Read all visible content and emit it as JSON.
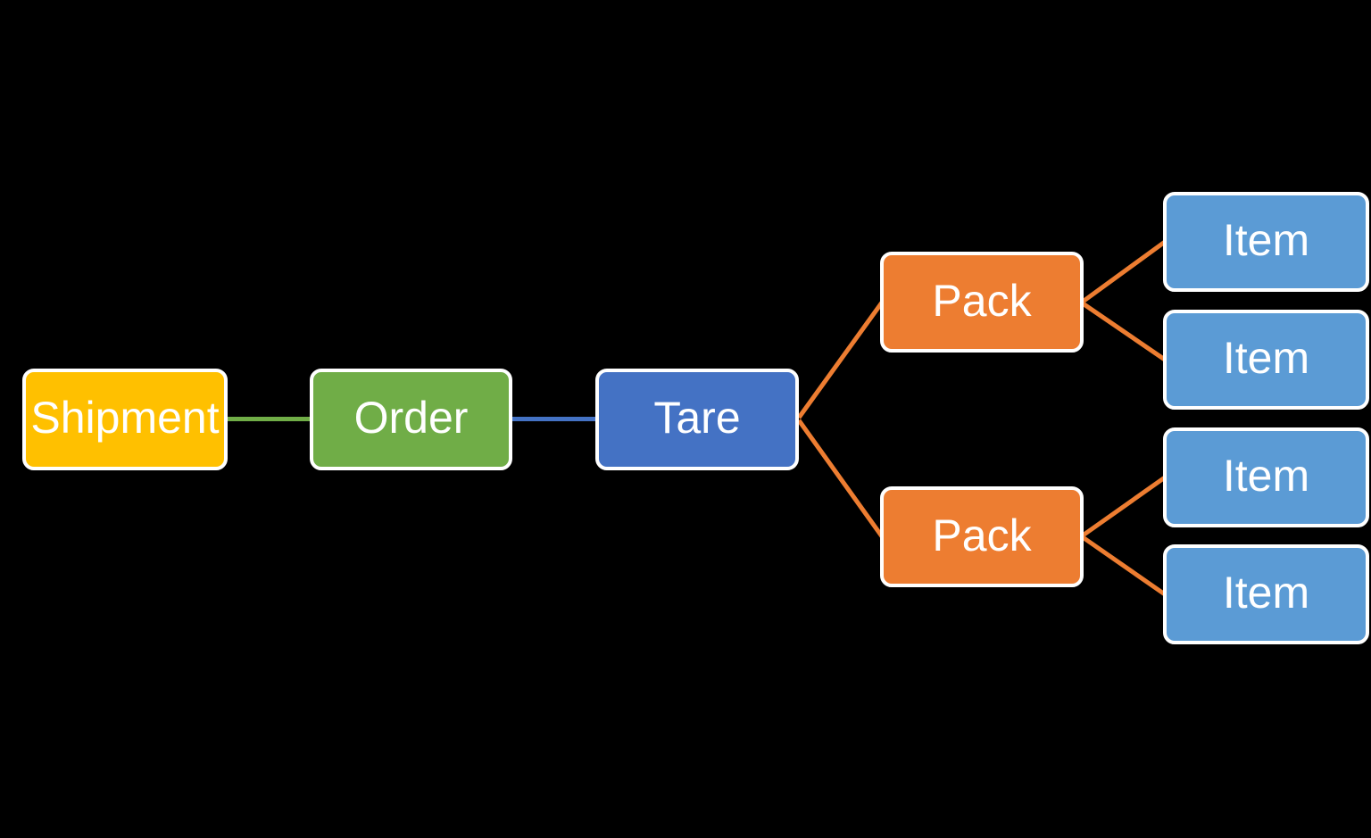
{
  "diagram": {
    "colors": {
      "background": "#000000",
      "node_border": "#ffffff",
      "node_text": "#ffffff",
      "gold": "#FFC000",
      "green": "#70AD47",
      "blue": "#4472C4",
      "orange": "#ED7D31",
      "light_blue": "#5B9BD5"
    },
    "nodes": [
      {
        "id": "shipment",
        "label": "Shipment",
        "color": "#FFC000"
      },
      {
        "id": "order",
        "label": "Order",
        "color": "#70AD47"
      },
      {
        "id": "tare",
        "label": "Tare",
        "color": "#4472C4"
      },
      {
        "id": "pack-1",
        "label": "Pack",
        "color": "#ED7D31"
      },
      {
        "id": "pack-2",
        "label": "Pack",
        "color": "#ED7D31"
      },
      {
        "id": "item-1",
        "label": "Item",
        "color": "#5B9BD5"
      },
      {
        "id": "item-2",
        "label": "Item",
        "color": "#5B9BD5"
      },
      {
        "id": "item-3",
        "label": "Item",
        "color": "#5B9BD5"
      },
      {
        "id": "item-4",
        "label": "Item",
        "color": "#5B9BD5"
      }
    ],
    "edges": [
      {
        "from": "shipment",
        "to": "order",
        "color": "#70AD47"
      },
      {
        "from": "order",
        "to": "tare",
        "color": "#4472C4"
      },
      {
        "from": "tare",
        "to": "pack-1",
        "color": "#ED7D31"
      },
      {
        "from": "tare",
        "to": "pack-2",
        "color": "#ED7D31"
      },
      {
        "from": "pack-1",
        "to": "item-1",
        "color": "#ED7D31"
      },
      {
        "from": "pack-1",
        "to": "item-2",
        "color": "#ED7D31"
      },
      {
        "from": "pack-2",
        "to": "item-3",
        "color": "#ED7D31"
      },
      {
        "from": "pack-2",
        "to": "item-4",
        "color": "#ED7D31"
      }
    ]
  }
}
